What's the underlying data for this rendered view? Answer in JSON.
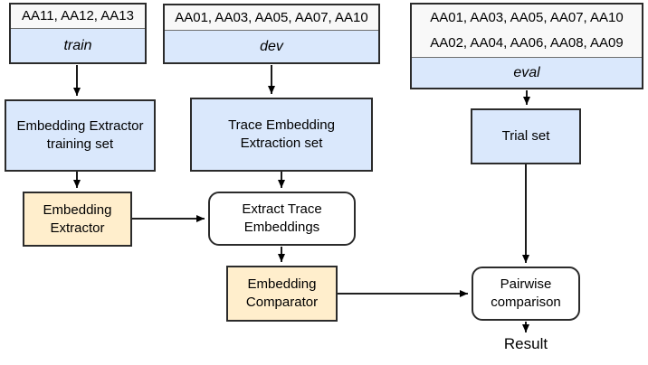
{
  "diagram": {
    "type": "flowchart",
    "background": "#ffffff",
    "colors": {
      "dataset_header_fill": "#f8f8f8",
      "dataset_body_fill": "#dae8fc",
      "data_node_fill": "#dae8fc",
      "model_node_fill": "#ffeecc",
      "operation_node_fill": "#ffffff",
      "border": "#2b2b2b",
      "arrow": "#000000"
    },
    "datasets": [
      {
        "id": "train",
        "header_lines": [
          "AA11, AA12, AA13"
        ],
        "split_label": "train"
      },
      {
        "id": "dev",
        "header_lines": [
          "AA01, AA03, AA05, AA07, AA10"
        ],
        "split_label": "dev"
      },
      {
        "id": "eval",
        "header_lines": [
          "AA01, AA03, AA05, AA07, AA10",
          "AA02, AA04, AA06, AA08, AA09"
        ],
        "split_label": "eval"
      }
    ],
    "nodes": {
      "training_set": "Embedding Extractor\ntraining set",
      "extraction_set": "Trace Embedding\nExtraction set",
      "trial_set": "Trial set",
      "embedding_extractor": "Embedding\nExtractor",
      "extract_trace_embeddings": "Extract Trace\nEmbeddings",
      "embedding_comparator": "Embedding\nComparator",
      "pairwise_comparison": "Pairwise\ncomparison"
    },
    "result_label": "Result",
    "edges": [
      "train -> training_set",
      "dev -> extraction_set",
      "eval -> trial_set",
      "training_set -> embedding_extractor",
      "extraction_set -> extract_trace_embeddings",
      "embedding_extractor -> extract_trace_embeddings",
      "extract_trace_embeddings -> embedding_comparator",
      "trial_set -> pairwise_comparison",
      "embedding_comparator -> pairwise_comparison",
      "pairwise_comparison -> result"
    ]
  }
}
